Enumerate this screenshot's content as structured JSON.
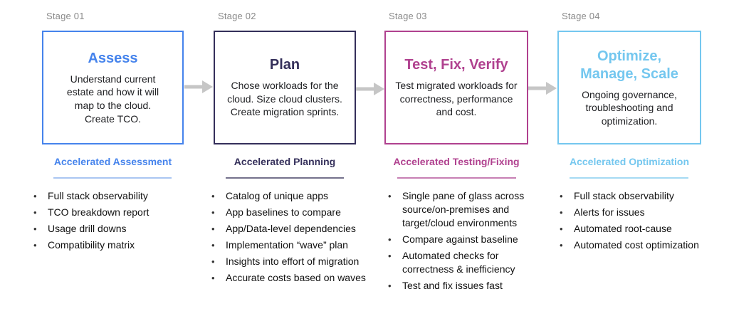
{
  "diagram": {
    "background_color": "#ffffff",
    "arrow_color": "#c6c6c6",
    "text_color": "#202124"
  },
  "stages": [
    {
      "label": "Stage 01",
      "title": "Assess",
      "description": "Understand current estate and how it will map to the cloud. Create TCO.",
      "accelerated_label": "Accelerated Assessment",
      "accent_color": "#4583ec",
      "underline_color": "#aac6f2",
      "bullets": [
        "Full stack observability",
        "TCO breakdown report",
        "Usage drill downs",
        "Compatibility matrix"
      ]
    },
    {
      "label": "Stage 02",
      "title": "Plan",
      "description": "Chose workloads for the cloud. Size cloud clusters. Create migration sprints.",
      "accelerated_label": "Accelerated Planning",
      "accent_color": "#342f5a",
      "underline_color": "#74718c",
      "bullets": [
        "Catalog of unique apps",
        "App baselines to compare",
        "App/Data-level dependencies",
        "Implementation “wave” plan",
        "Insights into effort of migration",
        "Accurate costs based on waves"
      ]
    },
    {
      "label": "Stage 03",
      "title": "Test, Fix, Verify",
      "description": "Test migrated workloads for correctness, performance and cost.",
      "accelerated_label": "Accelerated Testing/Fixing",
      "accent_color": "#b0418f",
      "underline_color": "#c77fb4",
      "bullets": [
        "Single pane of glass across source/on-premises and target/cloud environments",
        "Compare against baseline",
        "Automated checks for correctness & inefficiency",
        "Test and fix issues fast"
      ]
    },
    {
      "label": "Stage 04",
      "title": "Optimize, Manage, Scale",
      "description": "Ongoing governance, troubleshooting and optimization.",
      "accelerated_label": "Accelerated Optimization",
      "accent_color": "#74c7ef",
      "underline_color": "#a5daf3",
      "bullets": [
        "Full stack observability",
        "Alerts for issues",
        "Automated root-cause",
        "Automated cost optimization"
      ]
    }
  ]
}
